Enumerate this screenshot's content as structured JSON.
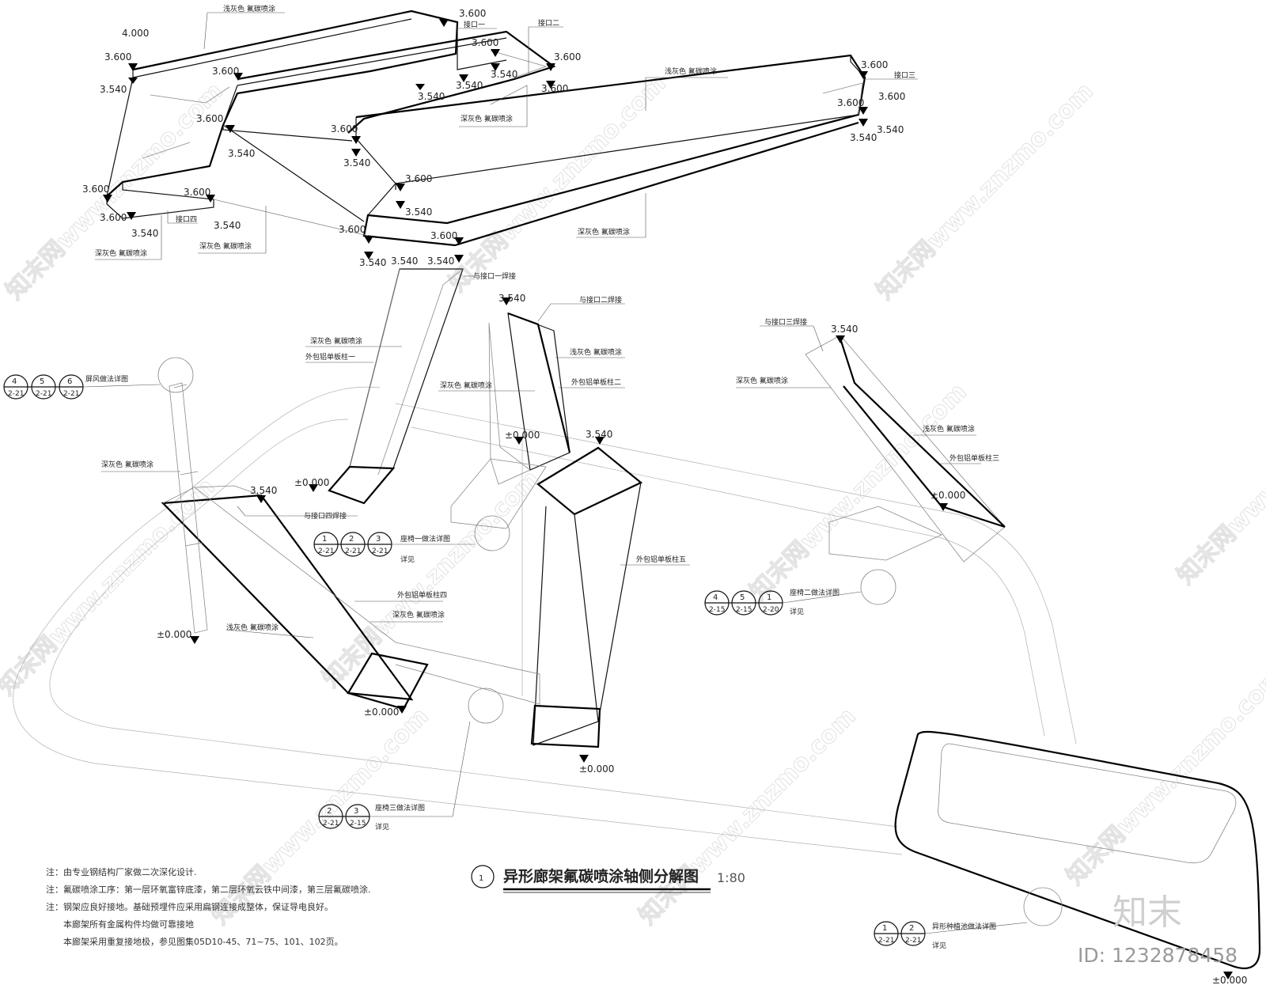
{
  "title": "异形廊架氟碳喷涂轴侧分解图",
  "title_index": "1",
  "scale": "1:80",
  "watermark": "知末网www.znzmo.com",
  "brand": "知末",
  "id_label": "ID: 1232878458",
  "labels": {
    "light_gray": "浅灰色  氟碳喷涂",
    "dark_gray": "深灰色  氟碳喷涂",
    "joint1": "接口一",
    "joint2": "接口二",
    "joint3": "接口三",
    "joint4": "接口四",
    "weld1": "与接口一焊接",
    "weld2": "与接口二焊接",
    "weld3": "与接口三焊接",
    "weld4": "与接口四焊接",
    "col1": "外包铝单板柱一",
    "col2": "外包铝单板柱二",
    "col3": "外包铝单板柱三",
    "col4": "外包铝单板柱四",
    "col5": "外包铝单板柱五",
    "screen_detail": "屏风做法详图",
    "bench1_detail": "座椅一做法详图",
    "bench2_detail": "座椅二做法详图",
    "bench3_detail": "座椅三做法详图",
    "planter_detail": "异形种植池做法详图",
    "see": "详见"
  },
  "elevations": {
    "e4000": "4.000",
    "e3600": "3.600",
    "e3540": "3.540",
    "e0": "±0.000"
  },
  "ref_sheets": {
    "screen": [
      {
        "n": "4",
        "s": "2-21"
      },
      {
        "n": "5",
        "s": "2-21"
      },
      {
        "n": "6",
        "s": "2-21"
      }
    ],
    "bench1": [
      {
        "n": "1",
        "s": "2-21"
      },
      {
        "n": "2",
        "s": "2-21"
      },
      {
        "n": "3",
        "s": "2-21"
      }
    ],
    "bench2": [
      {
        "n": "4",
        "s": "2-15"
      },
      {
        "n": "5",
        "s": "2-15"
      },
      {
        "n": "1",
        "s": "2-20"
      }
    ],
    "bench3": [
      {
        "n": "2",
        "s": "2-21"
      },
      {
        "n": "3",
        "s": "2-15"
      }
    ],
    "planter": [
      {
        "n": "1",
        "s": "2-21"
      },
      {
        "n": "2",
        "s": "2-21"
      }
    ]
  },
  "notes": [
    "注：由专业钢结构厂家做二次深化设计.",
    "注：氟碳喷涂工序：第一层环氧富锌底漆，第二层环氧云铁中间漆，第三层氟碳喷涂.",
    "注：钢架应良好接地。基础预埋件应采用扁钢连接成整体，保证导电良好。",
    "本廊架所有金属构件均做可靠接地",
    "本廊架采用重复接地极，参见图集05D10-45、71~75、101、102页。"
  ]
}
